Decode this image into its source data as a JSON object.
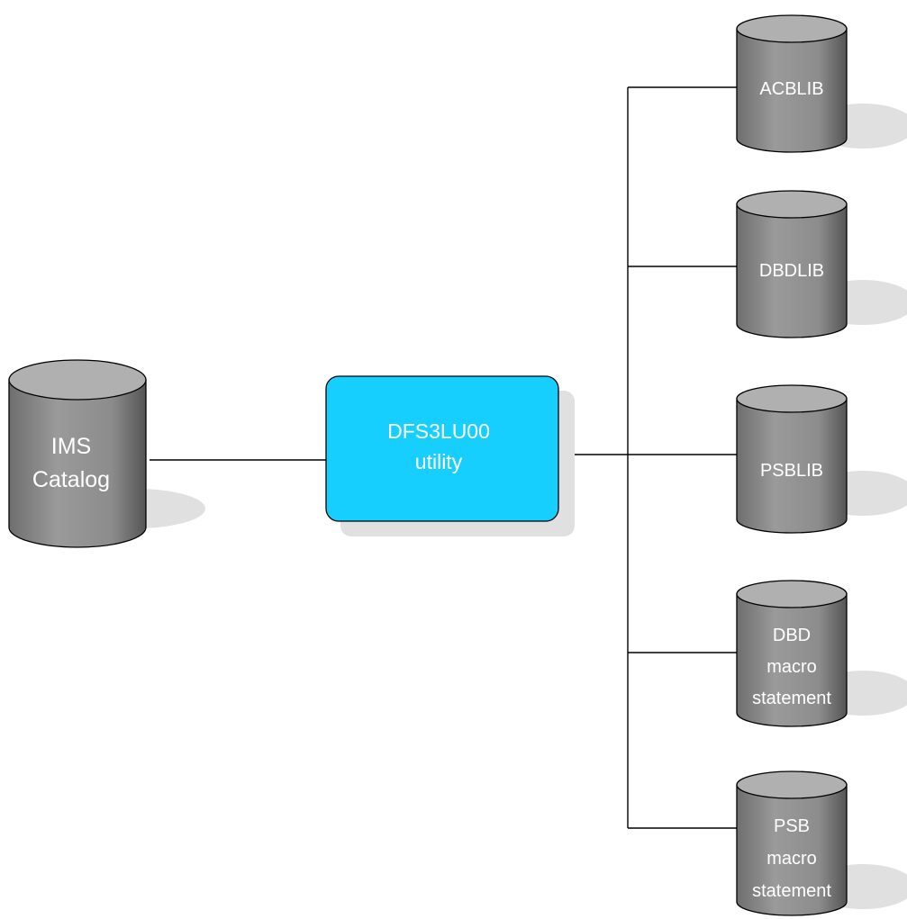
{
  "utility": {
    "line1": "DFS3LU00",
    "line2": "utility",
    "fill": "#17cfff"
  },
  "catalog": {
    "line1": "IMS",
    "line2": "Catalog"
  },
  "libraries": [
    {
      "lines": [
        "ACBLIB"
      ]
    },
    {
      "lines": [
        "DBDLIB"
      ]
    },
    {
      "lines": [
        "PSBLIB"
      ]
    },
    {
      "lines": [
        "DBD",
        "macro",
        "statement"
      ]
    },
    {
      "lines": [
        "PSB",
        "macro",
        "statement"
      ]
    }
  ],
  "colors": {
    "cylinder": "#8a8a8a",
    "cylinder_top": "#a8a8a8",
    "shadow": "#e0e0e0",
    "line": "#000000"
  }
}
